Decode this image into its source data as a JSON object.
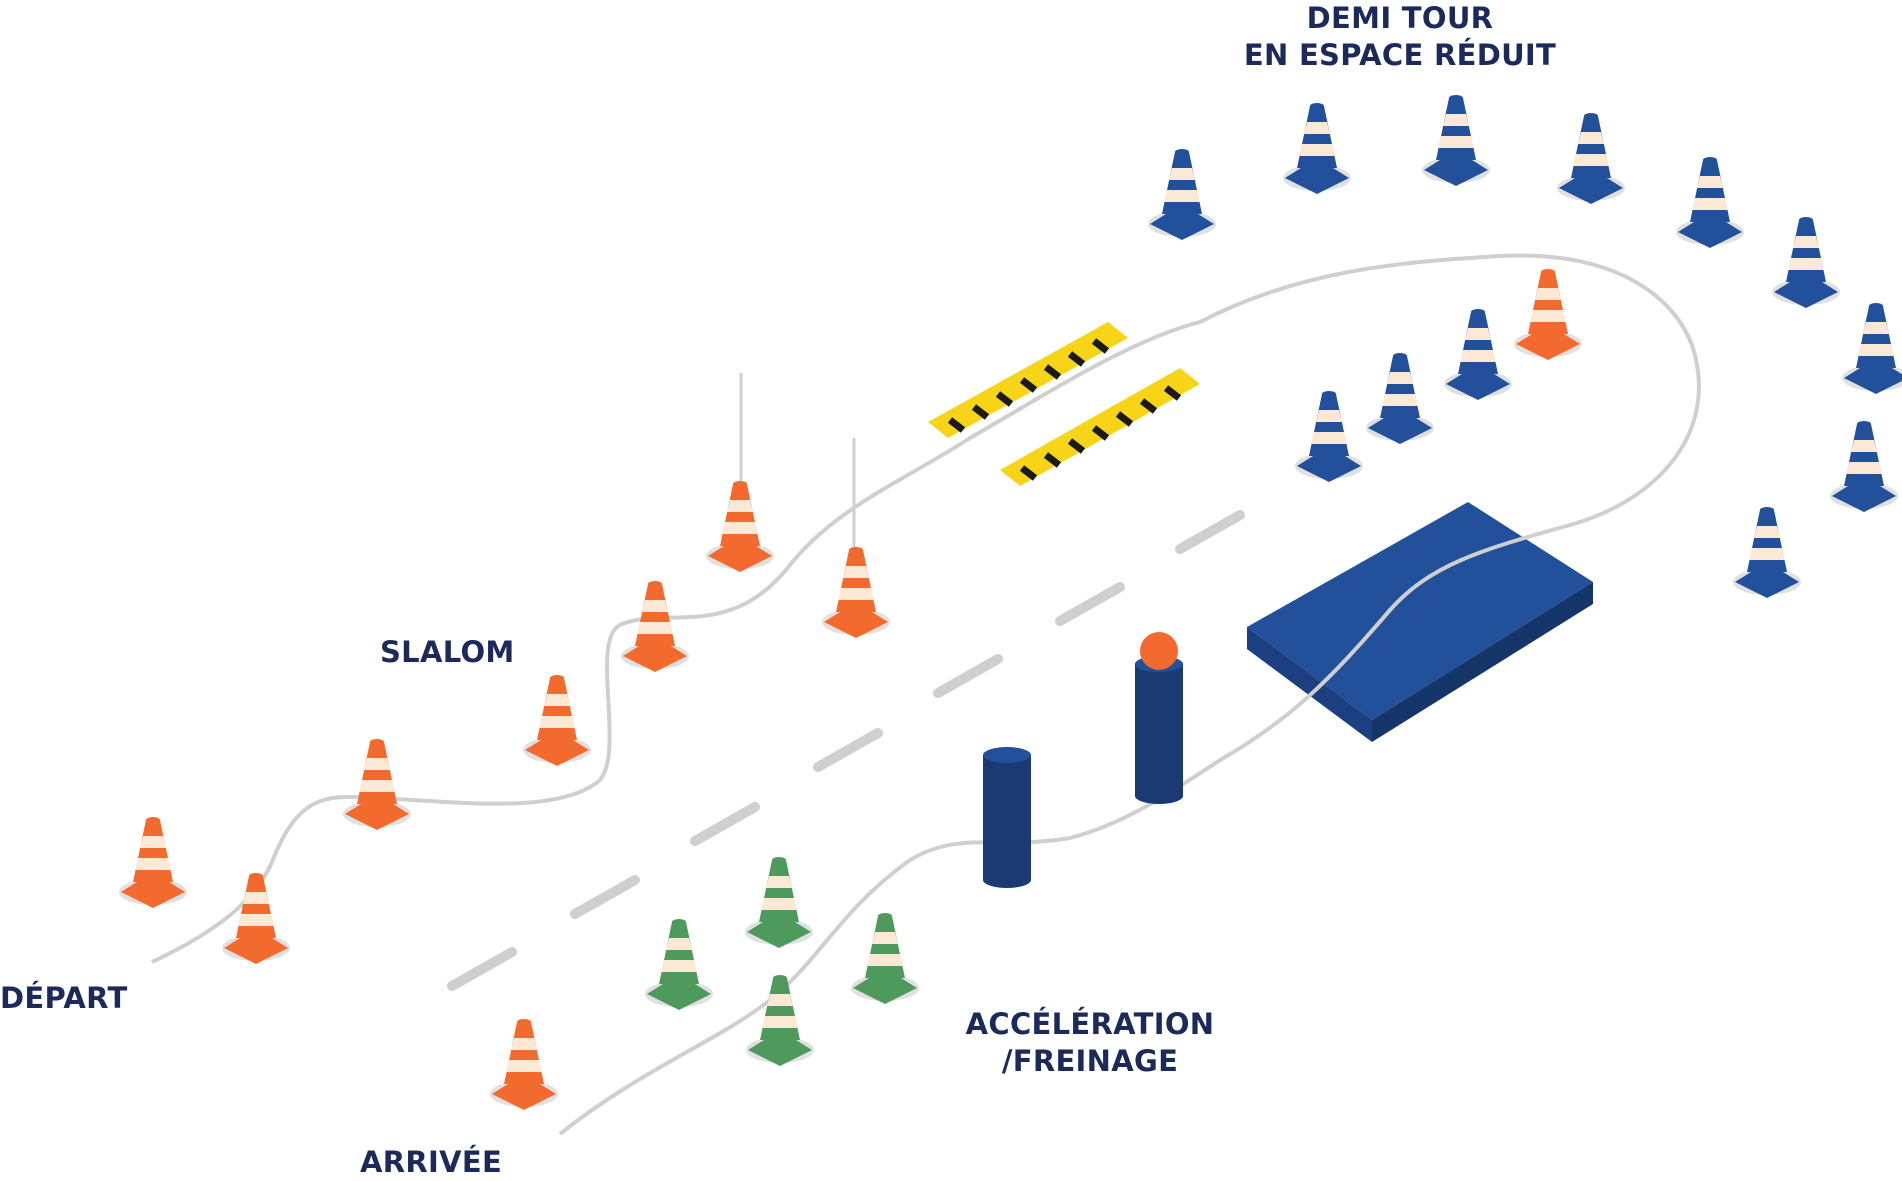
{
  "labels": {
    "depart": "DÉPART",
    "slalom": "SLALOM",
    "demi_tour": [
      "DEMI TOUR",
      "EN ESPACE RÉDUIT"
    ],
    "acceleration": [
      "ACCÉLÉRATION",
      "/FREINAGE"
    ],
    "arrivee": "ARRIVÉE"
  },
  "colors": {
    "cone_orange": "#f26a2e",
    "cone_blue": "#22509a",
    "cone_green": "#4e9a5c",
    "cone_stripe": "#fbe9d6",
    "platform": "#22509a",
    "pillar": "#1b3a73",
    "path_line": "#cfcfcf",
    "lane_dash": "#cfcfcf",
    "speed_bump_yellow": "#f7d417",
    "speed_bump_black": "#1a1a1a",
    "label_text": "#1b2a5a"
  },
  "icons": {
    "cone": "traffic-cone-icon",
    "pillar": "pillar-icon",
    "ball": "ball-icon"
  }
}
